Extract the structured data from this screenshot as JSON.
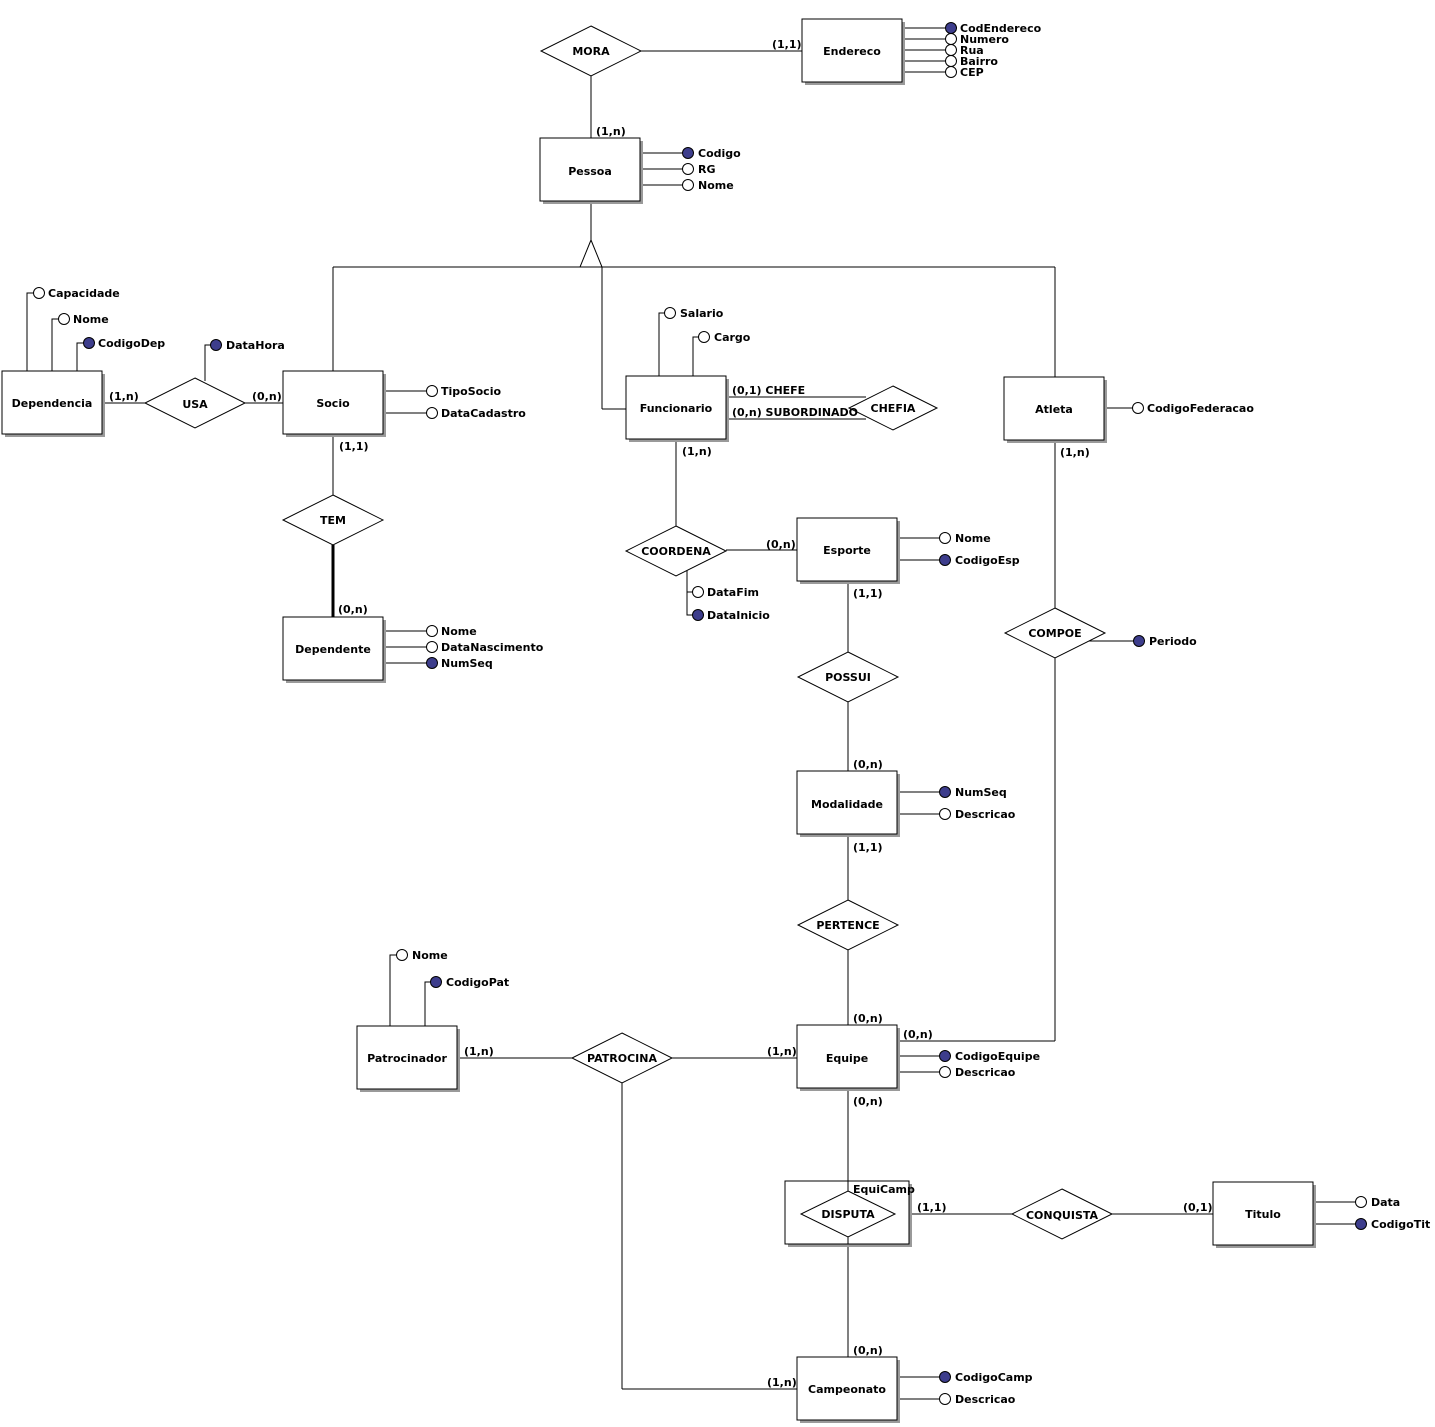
{
  "entities": {
    "endereco": "Endereco",
    "pessoa": "Pessoa",
    "dependencia": "Dependencia",
    "socio": "Socio",
    "funcionario": "Funcionario",
    "atleta": "Atleta",
    "dependente": "Dependente",
    "esporte": "Esporte",
    "modalidade": "Modalidade",
    "patrocinador": "Patrocinador",
    "equipe": "Equipe",
    "titulo": "Titulo",
    "campeonato": "Campeonato"
  },
  "relationships": {
    "mora": "MORA",
    "usa": "USA",
    "tem": "TEM",
    "chefia": "CHEFIA",
    "coordena": "COORDENA",
    "possui": "POSSUI",
    "compoe": "COMPOE",
    "pertence": "PERTENCE",
    "patrocina": "PATROCINA",
    "disputa": "DISPUTA",
    "conquista": "CONQUISTA"
  },
  "aggregate_label": "EquiCamp",
  "attributes": {
    "endereco": [
      {
        "name": "CodEndereco",
        "key": true
      },
      {
        "name": "Numero",
        "key": false
      },
      {
        "name": "Rua",
        "key": false
      },
      {
        "name": "Bairro",
        "key": false
      },
      {
        "name": "CEP",
        "key": false
      }
    ],
    "pessoa": [
      {
        "name": "Codigo",
        "key": true
      },
      {
        "name": "RG",
        "key": false
      },
      {
        "name": "Nome",
        "key": false
      }
    ],
    "dependencia": [
      {
        "name": "Capacidade",
        "key": false
      },
      {
        "name": "Nome",
        "key": false
      },
      {
        "name": "CodigoDep",
        "key": true
      }
    ],
    "usa": [
      {
        "name": "DataHora",
        "key": true
      }
    ],
    "socio": [
      {
        "name": "TipoSocio",
        "key": false
      },
      {
        "name": "DataCadastro",
        "key": false
      }
    ],
    "funcionario": [
      {
        "name": "Salario",
        "key": false
      },
      {
        "name": "Cargo",
        "key": false
      }
    ],
    "atleta": [
      {
        "name": "CodigoFederacao",
        "key": false
      }
    ],
    "dependente": [
      {
        "name": "Nome",
        "key": false
      },
      {
        "name": "DataNascimento",
        "key": false
      },
      {
        "name": "NumSeq",
        "key": true
      }
    ],
    "coordena": [
      {
        "name": "DataFim",
        "key": false
      },
      {
        "name": "DataInicio",
        "key": true
      }
    ],
    "esporte": [
      {
        "name": "Nome",
        "key": false
      },
      {
        "name": "CodigoEsp",
        "key": true
      }
    ],
    "compoe": [
      {
        "name": "Periodo",
        "key": true
      }
    ],
    "modalidade": [
      {
        "name": "NumSeq",
        "key": true
      },
      {
        "name": "Descricao",
        "key": false
      }
    ],
    "patrocinador": [
      {
        "name": "Nome",
        "key": false
      },
      {
        "name": "CodigoPat",
        "key": true
      }
    ],
    "equipe": [
      {
        "name": "CodigoEquipe",
        "key": true
      },
      {
        "name": "Descricao",
        "key": false
      }
    ],
    "titulo": [
      {
        "name": "Data",
        "key": false
      },
      {
        "name": "CodigoTit",
        "key": true
      }
    ],
    "campeonato": [
      {
        "name": "CodigoCamp",
        "key": true
      },
      {
        "name": "Descricao",
        "key": false
      }
    ]
  },
  "cardinalities": {
    "mora_endereco": "(1,1)",
    "mora_pessoa": "(1,n)",
    "usa_dependencia": "(1,n)",
    "usa_socio": "(0,n)",
    "tem_socio": "(1,1)",
    "tem_dependente": "(0,n)",
    "chefia_chefe": "(0,1) CHEFE",
    "chefia_subordinado": "(0,n) SUBORDINADO",
    "coordena_funcionario": "(1,n)",
    "coordena_esporte": "(0,n)",
    "compoe_atleta": "(1,n)",
    "compoe_equipe": "(0,n)",
    "possui_esporte": "(1,1)",
    "possui_modalidade": "(0,n)",
    "pertence_modalidade": "(1,1)",
    "pertence_equipe": "(0,n)",
    "patrocina_patrocinador": "(1,n)",
    "patrocina_equipe": "(1,n)",
    "disputa_equipe": "(0,n)",
    "disputa_campeonato": "(0,n)",
    "patrocina_campeonato": "(1,n)",
    "conquista_equicamp": "(1,1)",
    "conquista_titulo": "(0,1)"
  },
  "colors": {
    "key_attribute": "#3d3d8c",
    "shadow": "#9a9a9a"
  }
}
